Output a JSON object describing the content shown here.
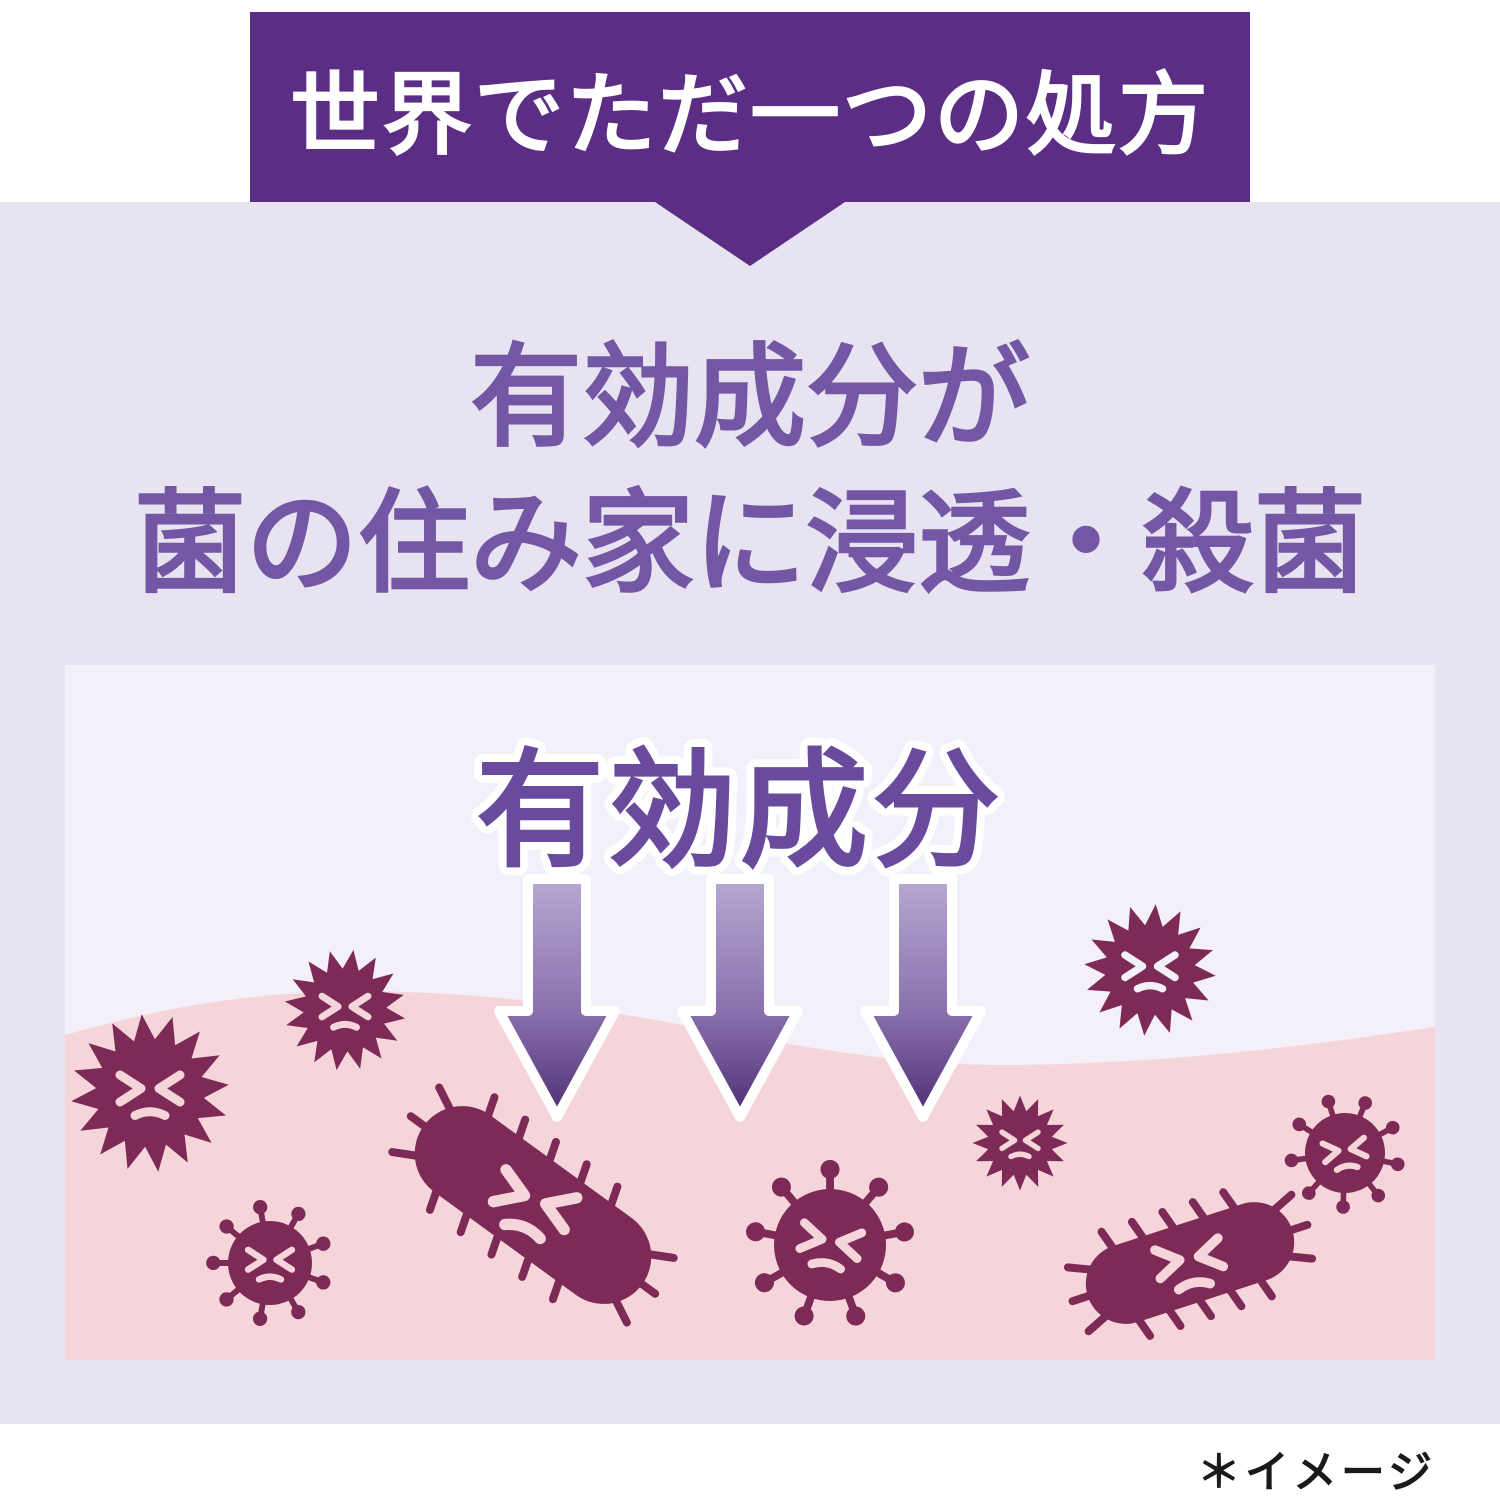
{
  "banner": {
    "title": "世界でただ一つの処方",
    "bg_color": "#5b2d84",
    "text_color": "#ffffff"
  },
  "background": {
    "page": "#ffffff",
    "section": "#e7e3f0"
  },
  "headline": {
    "line1": "有効成分が",
    "line2": "菌の住み家に浸透・殺菌",
    "color": "#7356a4"
  },
  "illustration": {
    "label": "有効成分",
    "label_color": "#6a4a9c",
    "panel_bg": "#f3f0f9",
    "skin_color": "#f6d5da",
    "germ_color": "#7d2b56",
    "arrow_gradient_top": "#b7a8d2",
    "arrow_gradient_mid": "#8a72ae",
    "arrow_gradient_bottom": "#4e2d74",
    "arrow_outline": "#ffffff",
    "icons": [
      {
        "name": "down-arrow-icon",
        "count": 3
      },
      {
        "name": "spiky-germ-icon",
        "count": 4
      },
      {
        "name": "virus-germ-icon",
        "count": 3
      },
      {
        "name": "rod-germ-icon",
        "count": 2
      }
    ]
  },
  "footnote": {
    "text": "＊イメージ",
    "color": "#1a1a1a"
  }
}
